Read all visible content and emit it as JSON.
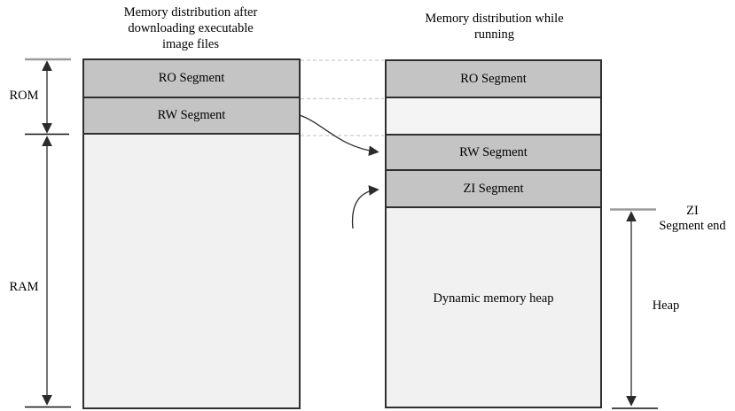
{
  "titles": {
    "left": "Memory distribution after\ndownloading executable\nimage files",
    "right": "Memory distribution while\nrunning"
  },
  "left_column": {
    "segments": [
      {
        "label": "RO Segment"
      },
      {
        "label": "RW Segment"
      },
      {
        "label": ""
      }
    ]
  },
  "right_column": {
    "segments": [
      {
        "label": "RO Segment"
      },
      {
        "label": ""
      },
      {
        "label": "RW Segment"
      },
      {
        "label": "ZI Segment"
      },
      {
        "label": "Dynamic memory heap"
      }
    ]
  },
  "side_labels": {
    "rom": "ROM",
    "ram": "RAM",
    "zi_segment_end": "ZI\nSegment end",
    "heap": "Heap"
  },
  "colors": {
    "segment_fill_gray": "#c4c4c4",
    "segment_fill_light": "#f1f1f1",
    "segment_border": "#2f2f2f",
    "dashed_guide": "#c9c9c9",
    "tick_gray": "#9a9a9a",
    "arrow_dark": "#2b2b2b",
    "background": "#ffffff"
  }
}
